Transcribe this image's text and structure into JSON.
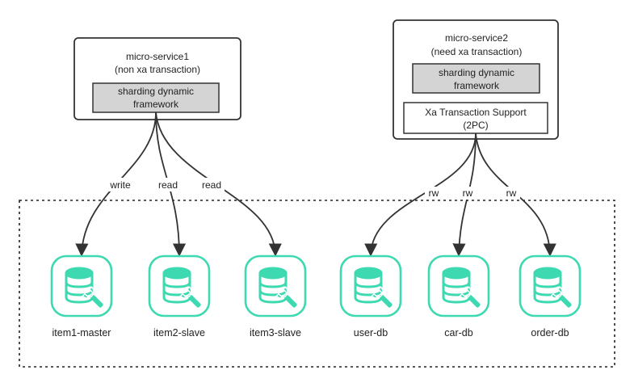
{
  "colors": {
    "db_icon": "#3dd9b0",
    "framework_fill": "#d4d4d4",
    "stroke": "#333333"
  },
  "services": [
    {
      "name": "micro-service1",
      "subtitle": "(non xa transaction)",
      "framework": [
        "sharding dynamic",
        "framework"
      ]
    },
    {
      "name": "micro-service2",
      "subtitle": "(need xa transaction)",
      "framework": [
        "sharding dynamic",
        "framework"
      ],
      "xa_support": [
        "Xa Transaction Support",
        "(2PC)"
      ]
    }
  ],
  "edges": [
    {
      "from": "micro-service1",
      "to": "item1-master",
      "label": "write"
    },
    {
      "from": "micro-service1",
      "to": "item2-slave",
      "label": "read"
    },
    {
      "from": "micro-service1",
      "to": "item3-slave",
      "label": "read"
    },
    {
      "from": "micro-service2",
      "to": "user-db",
      "label": "rw"
    },
    {
      "from": "micro-service2",
      "to": "car-db",
      "label": "rw"
    },
    {
      "from": "micro-service2",
      "to": "order-db",
      "label": "rw"
    }
  ],
  "databases": [
    {
      "label": "item1-master",
      "icon": "database-wrench-icon"
    },
    {
      "label": "item2-slave",
      "icon": "database-wrench-icon"
    },
    {
      "label": "item3-slave",
      "icon": "database-wrench-icon"
    },
    {
      "label": "user-db",
      "icon": "database-wrench-icon"
    },
    {
      "label": "car-db",
      "icon": "database-wrench-icon"
    },
    {
      "label": "order-db",
      "icon": "database-wrench-icon"
    }
  ]
}
